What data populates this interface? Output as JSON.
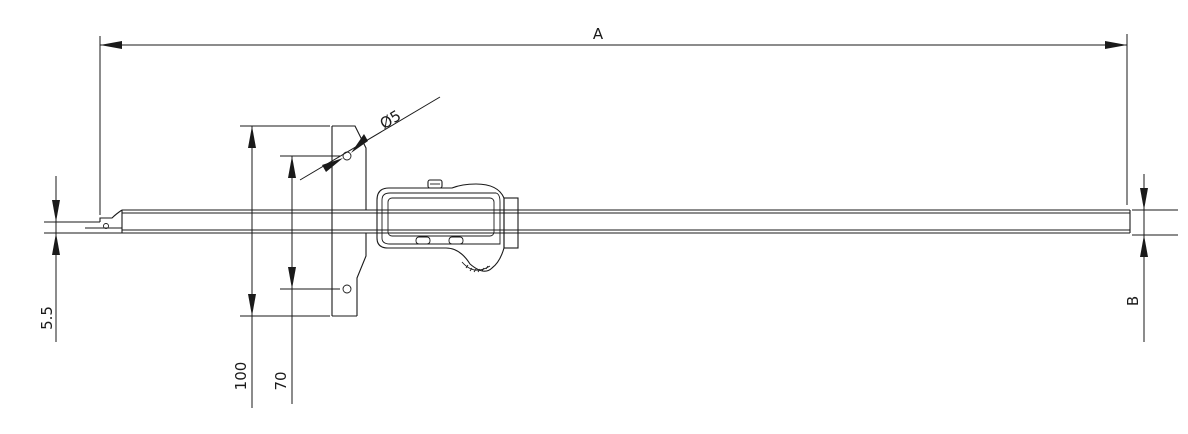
{
  "dimensions": {
    "overall_length": "A",
    "beam_height": "B",
    "tip_offset": "5.5",
    "base_length": "100",
    "hole_spacing": "70",
    "hole_diameter": "Ø5"
  }
}
